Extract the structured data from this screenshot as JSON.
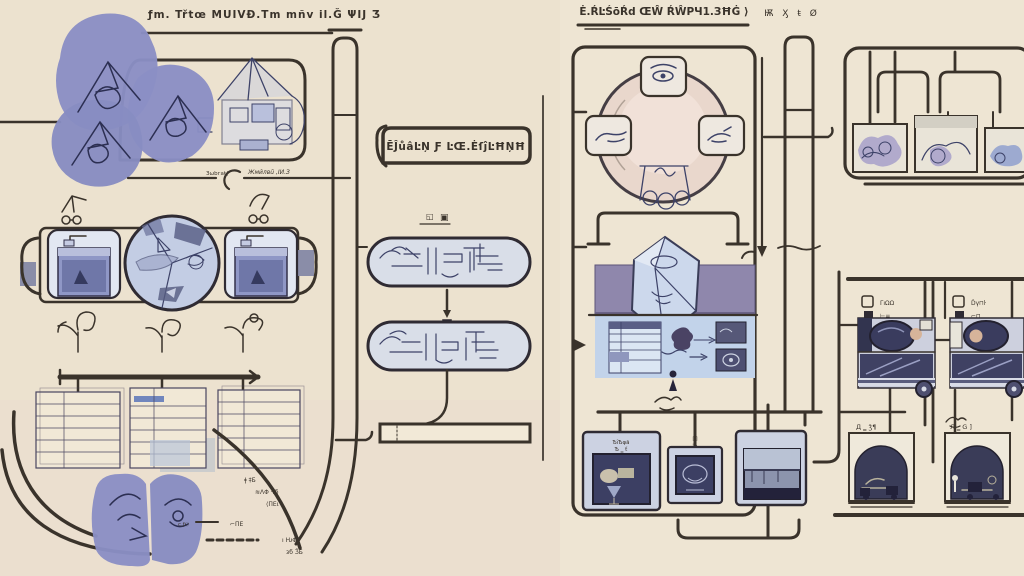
{
  "diagram": {
    "kind": "hand-drawn-technical-flow-diagram",
    "background": "#ece2cf",
    "ink_color": "#3a332b",
    "accent_colors": {
      "blue_blob": "#8a8fc5",
      "light_panel": "#c2d3ea",
      "lavender_frame": "#ccd2e2",
      "navy_screen": "#3c3f63",
      "purple_banner": "#8f87ac",
      "pink_circle": "#e9d7cc",
      "pill_fill": "#d9dee8",
      "tan_dot": "#d6b49a",
      "rust_glyph": "#8a4a2e"
    }
  },
  "left": {
    "title": "ƒm. Třtœ MUIVĐ.Tm mñv il.Ğ   ΨIJ Ӡ",
    "caption_a": "Зѡbгаŧ⟨",
    "caption_b": "Жмйлвŭ ,IИ.З",
    "frag_1": "ǂ ‡Б",
    "frag_2": "≋ΛΦ ·ŀб",
    "frag_3": "⟨ПΕι",
    "frag_4": "⌐ПΕ",
    "frag_5": "c.ƒ℮",
    "frag_6": "ı ǶΦ",
    "frag_7": "зб ǮБ"
  },
  "center": {
    "label_box": "ĒĴůâĿŅ Ƒ ĿŒ.ĖſĵĿĦŅĦ",
    "icon_a": "◱",
    "icon_b": "▣"
  },
  "right": {
    "title": "Ė.ŔĿŚōŔd ŒŴ ŔŴPЧ1.ЗĦĠ ⟩",
    "monitor1_caption1": "ѢȋѢφā",
    "monitor1_caption2": "Ѣ ‗ ť",
    "monitor2_caption1": "▣",
    "monitor2_caption2": "∷·",
    "monitor3_caption1": "⊑⊏ ≡",
    "monitor3_caption2": "∷⊐"
  },
  "rails": {
    "caption": "Ѭ Ӽ ŧ Ø"
  },
  "far_right": {
    "machine1_label1": "ΓıΩΩ",
    "machine1_label2": "⊢≡‗",
    "machine2_label1": "Ďγ⊓ŀ",
    "machine2_label2": "⌐⊓‗",
    "arch1_label": "Д ‗ ǯ¶",
    "arch2_label": "Л ‗ G ]"
  }
}
